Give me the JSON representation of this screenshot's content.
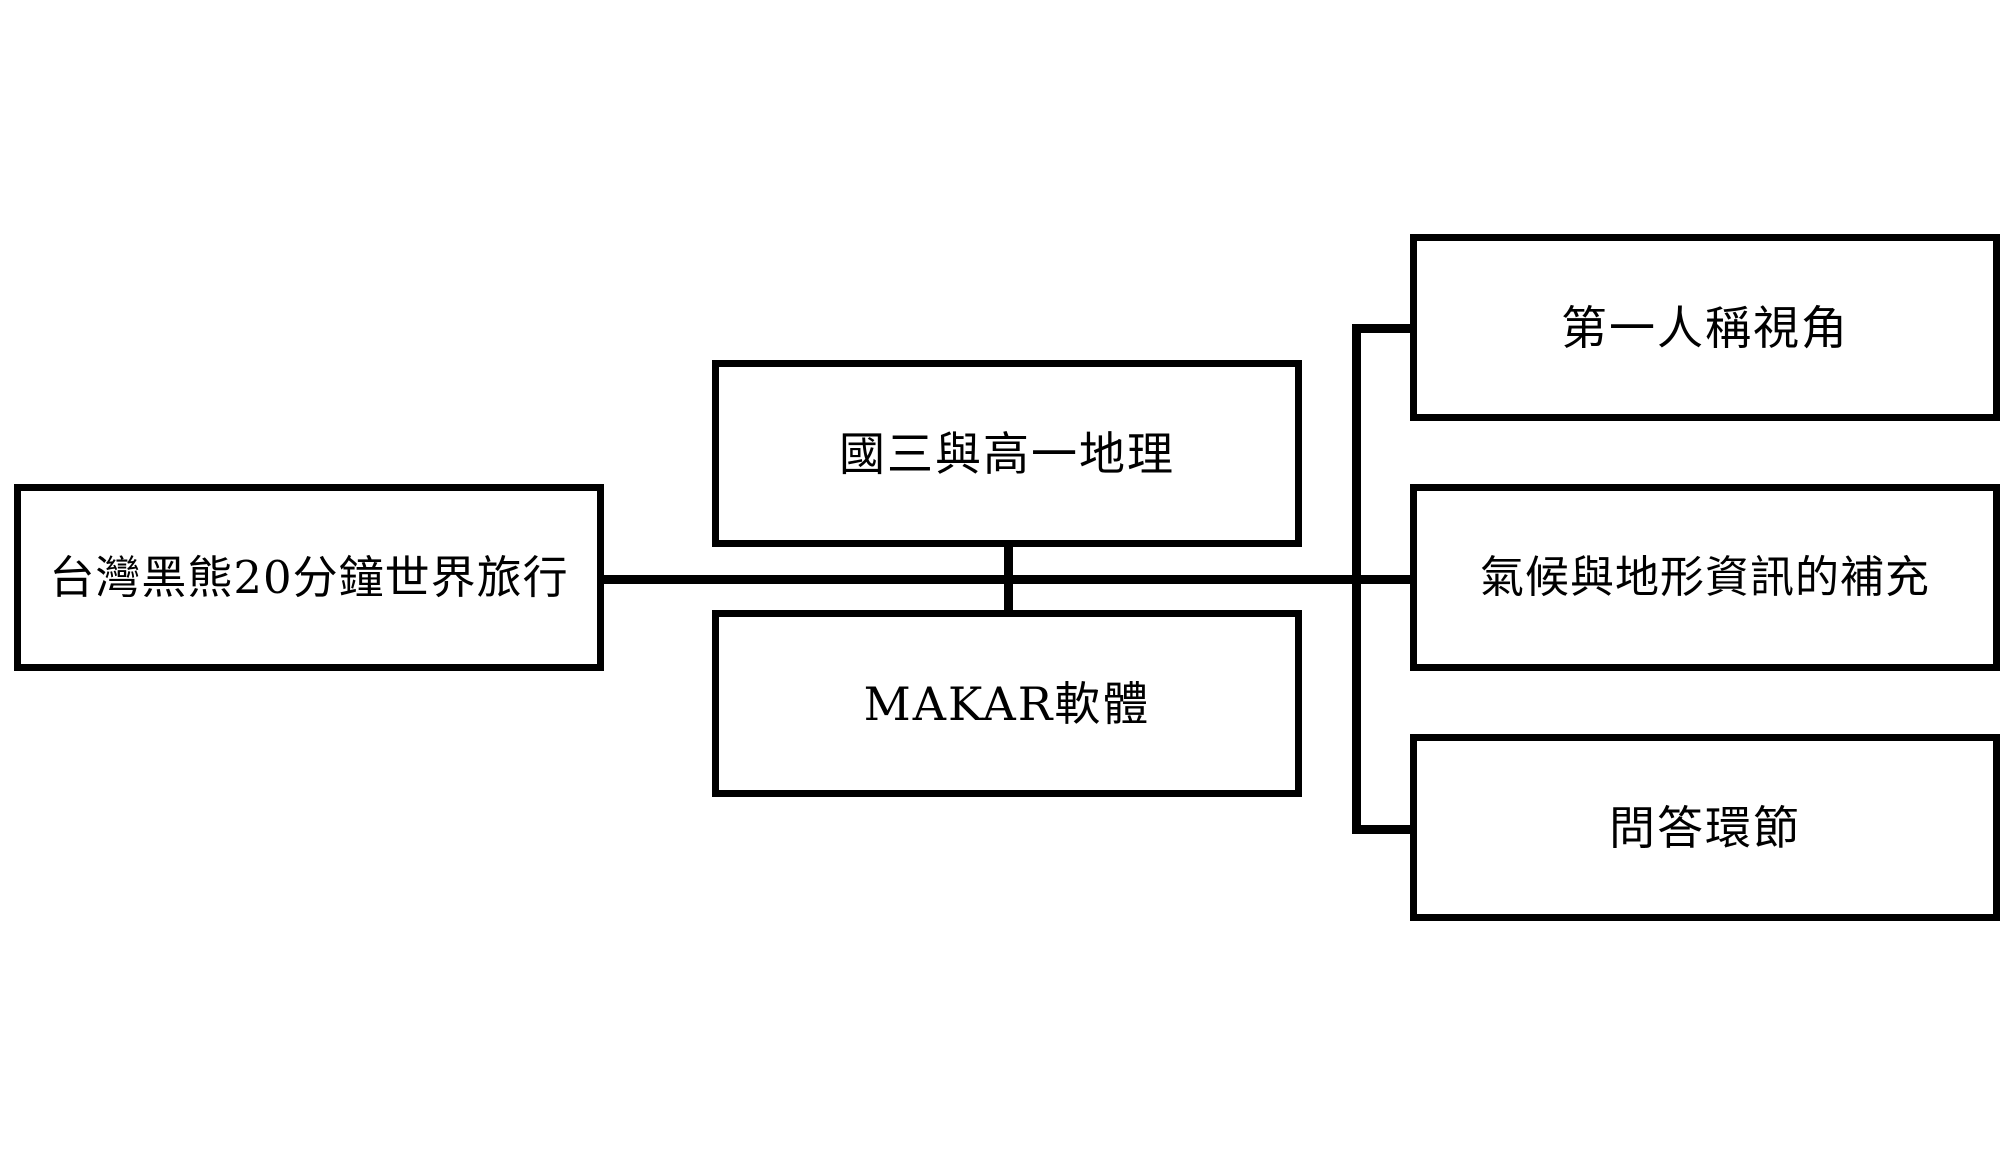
{
  "diagram": {
    "root": {
      "label": "台灣黑熊20分鐘世界旅行"
    },
    "middle": [
      {
        "label": "國三與高一地理"
      },
      {
        "label": "MAKAR軟體"
      }
    ],
    "right": [
      {
        "label": "第一人稱視角"
      },
      {
        "label": "氣候與地形資訊的補充"
      },
      {
        "label": "問答環節"
      }
    ]
  },
  "colors": {
    "line": "#000000",
    "box_fill": "#ffffff",
    "text": "#000000"
  }
}
